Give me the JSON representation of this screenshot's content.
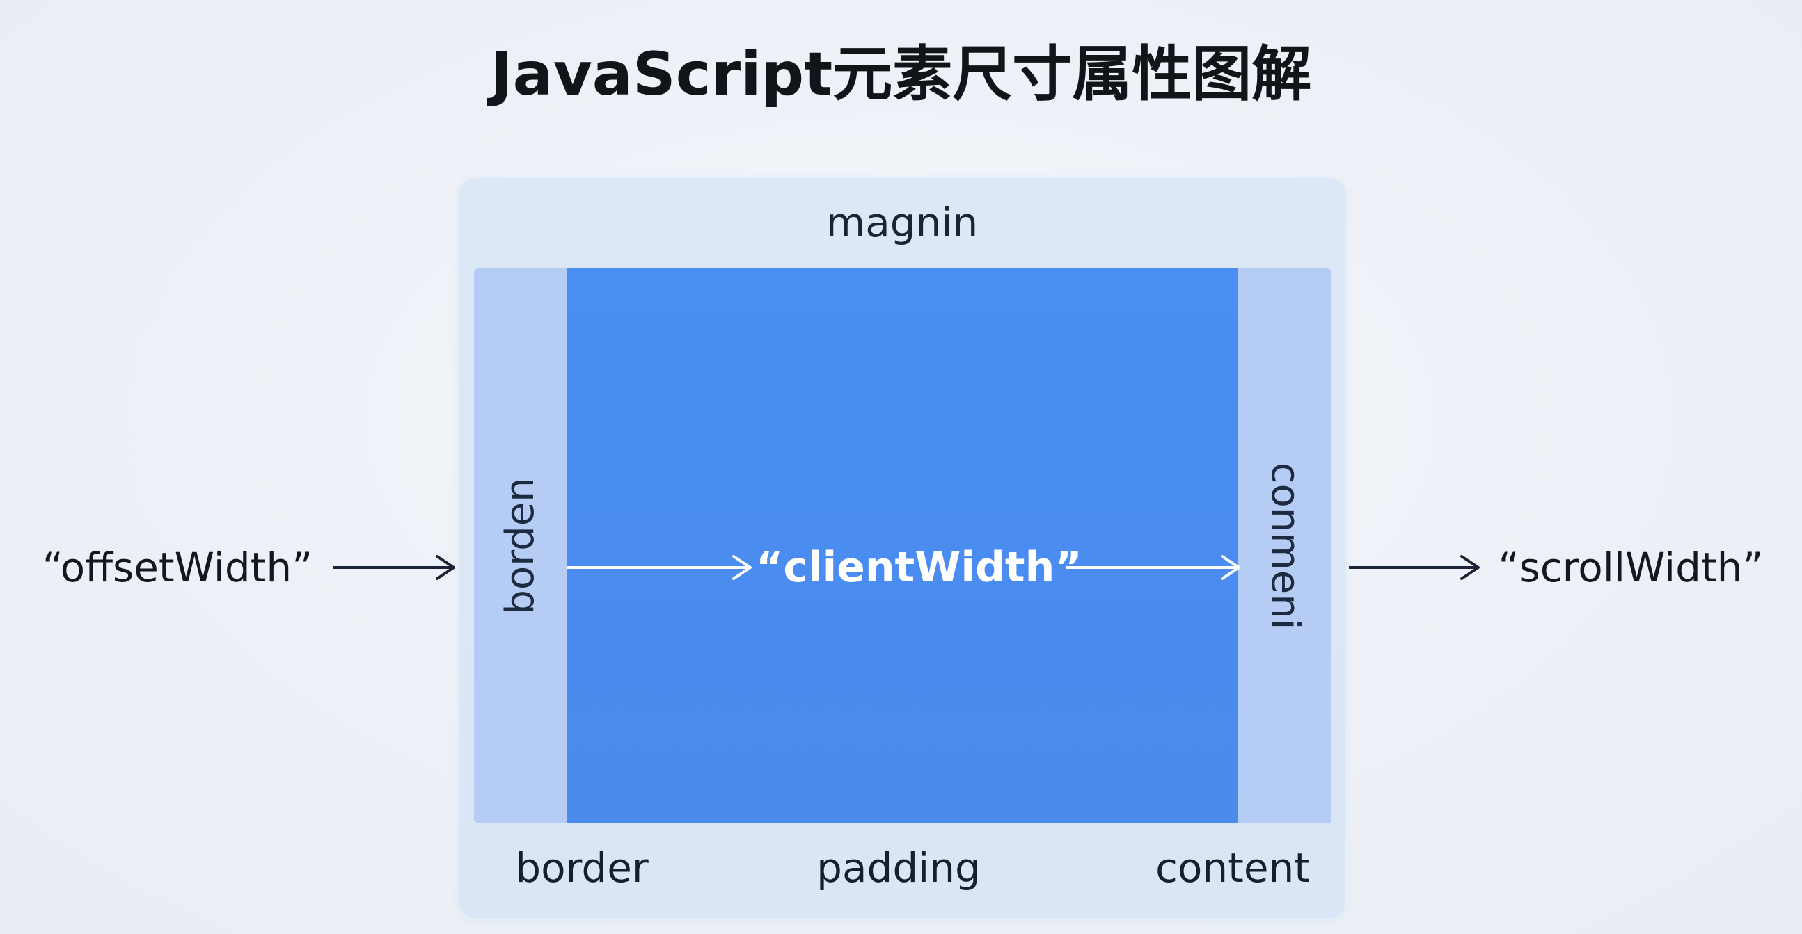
{
  "title": "JavaScript元素尺寸属性图解",
  "box": {
    "margin_label": "magnin",
    "border_side_label": "borden",
    "content_side_label": "conmeni",
    "center_label": "“clientWidth”"
  },
  "left_label": "“offsetWidth”",
  "right_label": "“scrollWidth”",
  "bottom_labels": {
    "border": "border",
    "padding": "padding",
    "content": "content"
  },
  "colors": {
    "padding_fill": "#4a8cef",
    "side_column_fill": "#b5cdf4",
    "outer_fill": "#dbe7f5",
    "arrow_dark": "#1a2436",
    "arrow_light": "#ffffff"
  }
}
